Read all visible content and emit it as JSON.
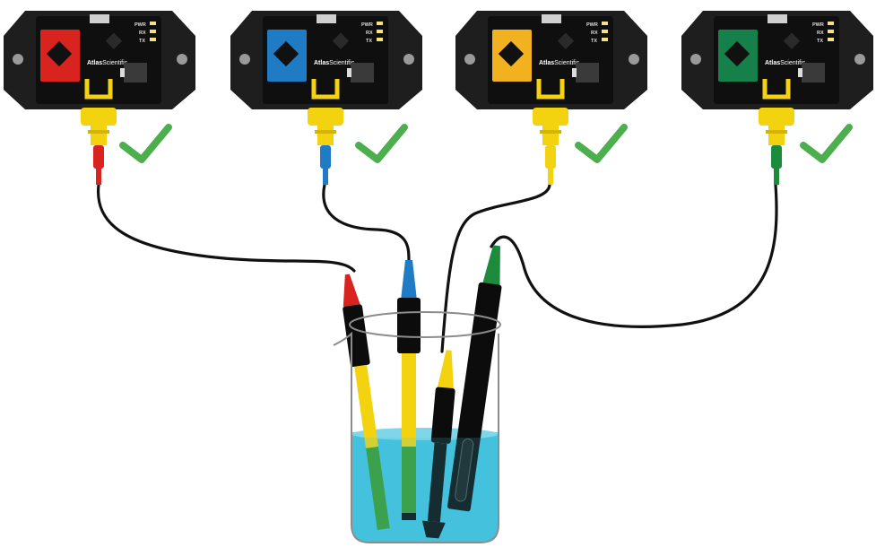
{
  "colors": {
    "housing": "#1e1e1e",
    "panel": "#0f0f0f",
    "connector": "#f3d20f",
    "check": "#4cae4c",
    "cable": "#111111",
    "liquid": "#45c3dd",
    "glass": "#8c8c8c"
  },
  "devices": [
    {
      "board_color": "#d8231f",
      "lead_color": "#d8231f",
      "brand": "Atlas",
      "brand_suffix": "Scientific",
      "leds": [
        "PWR",
        "RX",
        "TX"
      ],
      "status_icon": "checkmark-icon"
    },
    {
      "board_color": "#1e7bc4",
      "lead_color": "#1e7bc4",
      "brand": "Atlas",
      "brand_suffix": "Scientific",
      "leds": [
        "PWR",
        "RX",
        "TX"
      ],
      "status_icon": "checkmark-icon"
    },
    {
      "board_color": "#f2b21f",
      "lead_color": "#f3d20f",
      "brand": "Atlas",
      "brand_suffix": "Scientific",
      "leds": [
        "PWR",
        "RX",
        "TX"
      ],
      "status_icon": "checkmark-icon"
    },
    {
      "board_color": "#15804a",
      "lead_color": "#1c8c3c",
      "brand": "Atlas",
      "brand_suffix": "Scientific",
      "leds": [
        "PWR",
        "RX",
        "TX"
      ],
      "status_icon": "checkmark-icon"
    }
  ]
}
